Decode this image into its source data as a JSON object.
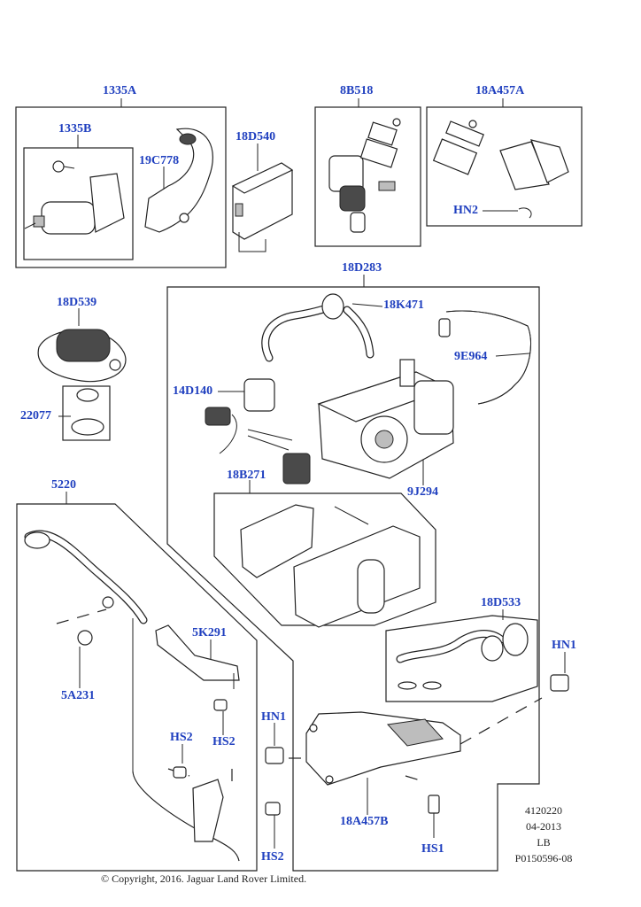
{
  "labels": {
    "l1335A": "1335A",
    "l1335B": "1335B",
    "l19C778": "19C778",
    "l18D540": "18D540",
    "l8B518": "8B518",
    "l18A457A": "18A457A",
    "lHN2": "HN2",
    "l18D283": "18D283",
    "l18K471": "18K471",
    "l18D539": "18D539",
    "l9E964": "9E964",
    "l14D140": "14D140",
    "l22077": "22077",
    "l9J294": "9J294",
    "l5220": "5220",
    "l18B271": "18B271",
    "l18D533": "18D533",
    "l5K291": "5K291",
    "lHN1a": "HN1",
    "l5A231": "5A231",
    "lHS2a": "HS2",
    "lHN1b": "HN1",
    "lHS2b": "HS2",
    "l18A457B": "18A457B",
    "lHS1": "HS1",
    "lHS2c": "HS2"
  },
  "meta": {
    "ref": "4120220",
    "date": "04-2013",
    "code": "LB",
    "pid": "P0150596-08"
  },
  "copyright": "© Copyright, 2016. Jaguar Land Rover Limited.",
  "colors": {
    "callout": "#1f3fbf",
    "line": "#222222"
  }
}
